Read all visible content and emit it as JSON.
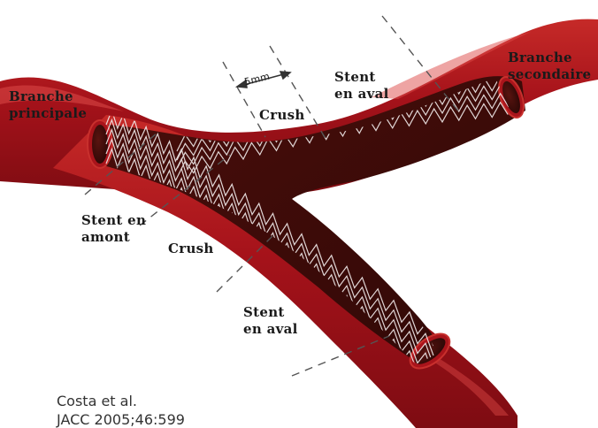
{
  "labels": {
    "main_branch": [
      "Branche",
      "principale"
    ],
    "side_branch": [
      "Branche",
      "secondaire"
    ],
    "stent_upstream": [
      "Stent en",
      "amont"
    ],
    "stent_downstream_top": [
      "Stent",
      "en aval"
    ],
    "stent_downstream_bottom": [
      "Stent",
      "en aval"
    ],
    "crush_top": "Crush",
    "crush_bottom": "Crush",
    "measure": "5mm"
  },
  "citation": {
    "authors": "Costa et al.",
    "reference": "JACC 2005;46:599"
  },
  "colors": {
    "vessel_outer": "#b3161d",
    "vessel_highlight": "#dd4a48",
    "lumen": "#3d0a08",
    "stent_wire": "#f2ecec",
    "guide_line": "#555555"
  }
}
